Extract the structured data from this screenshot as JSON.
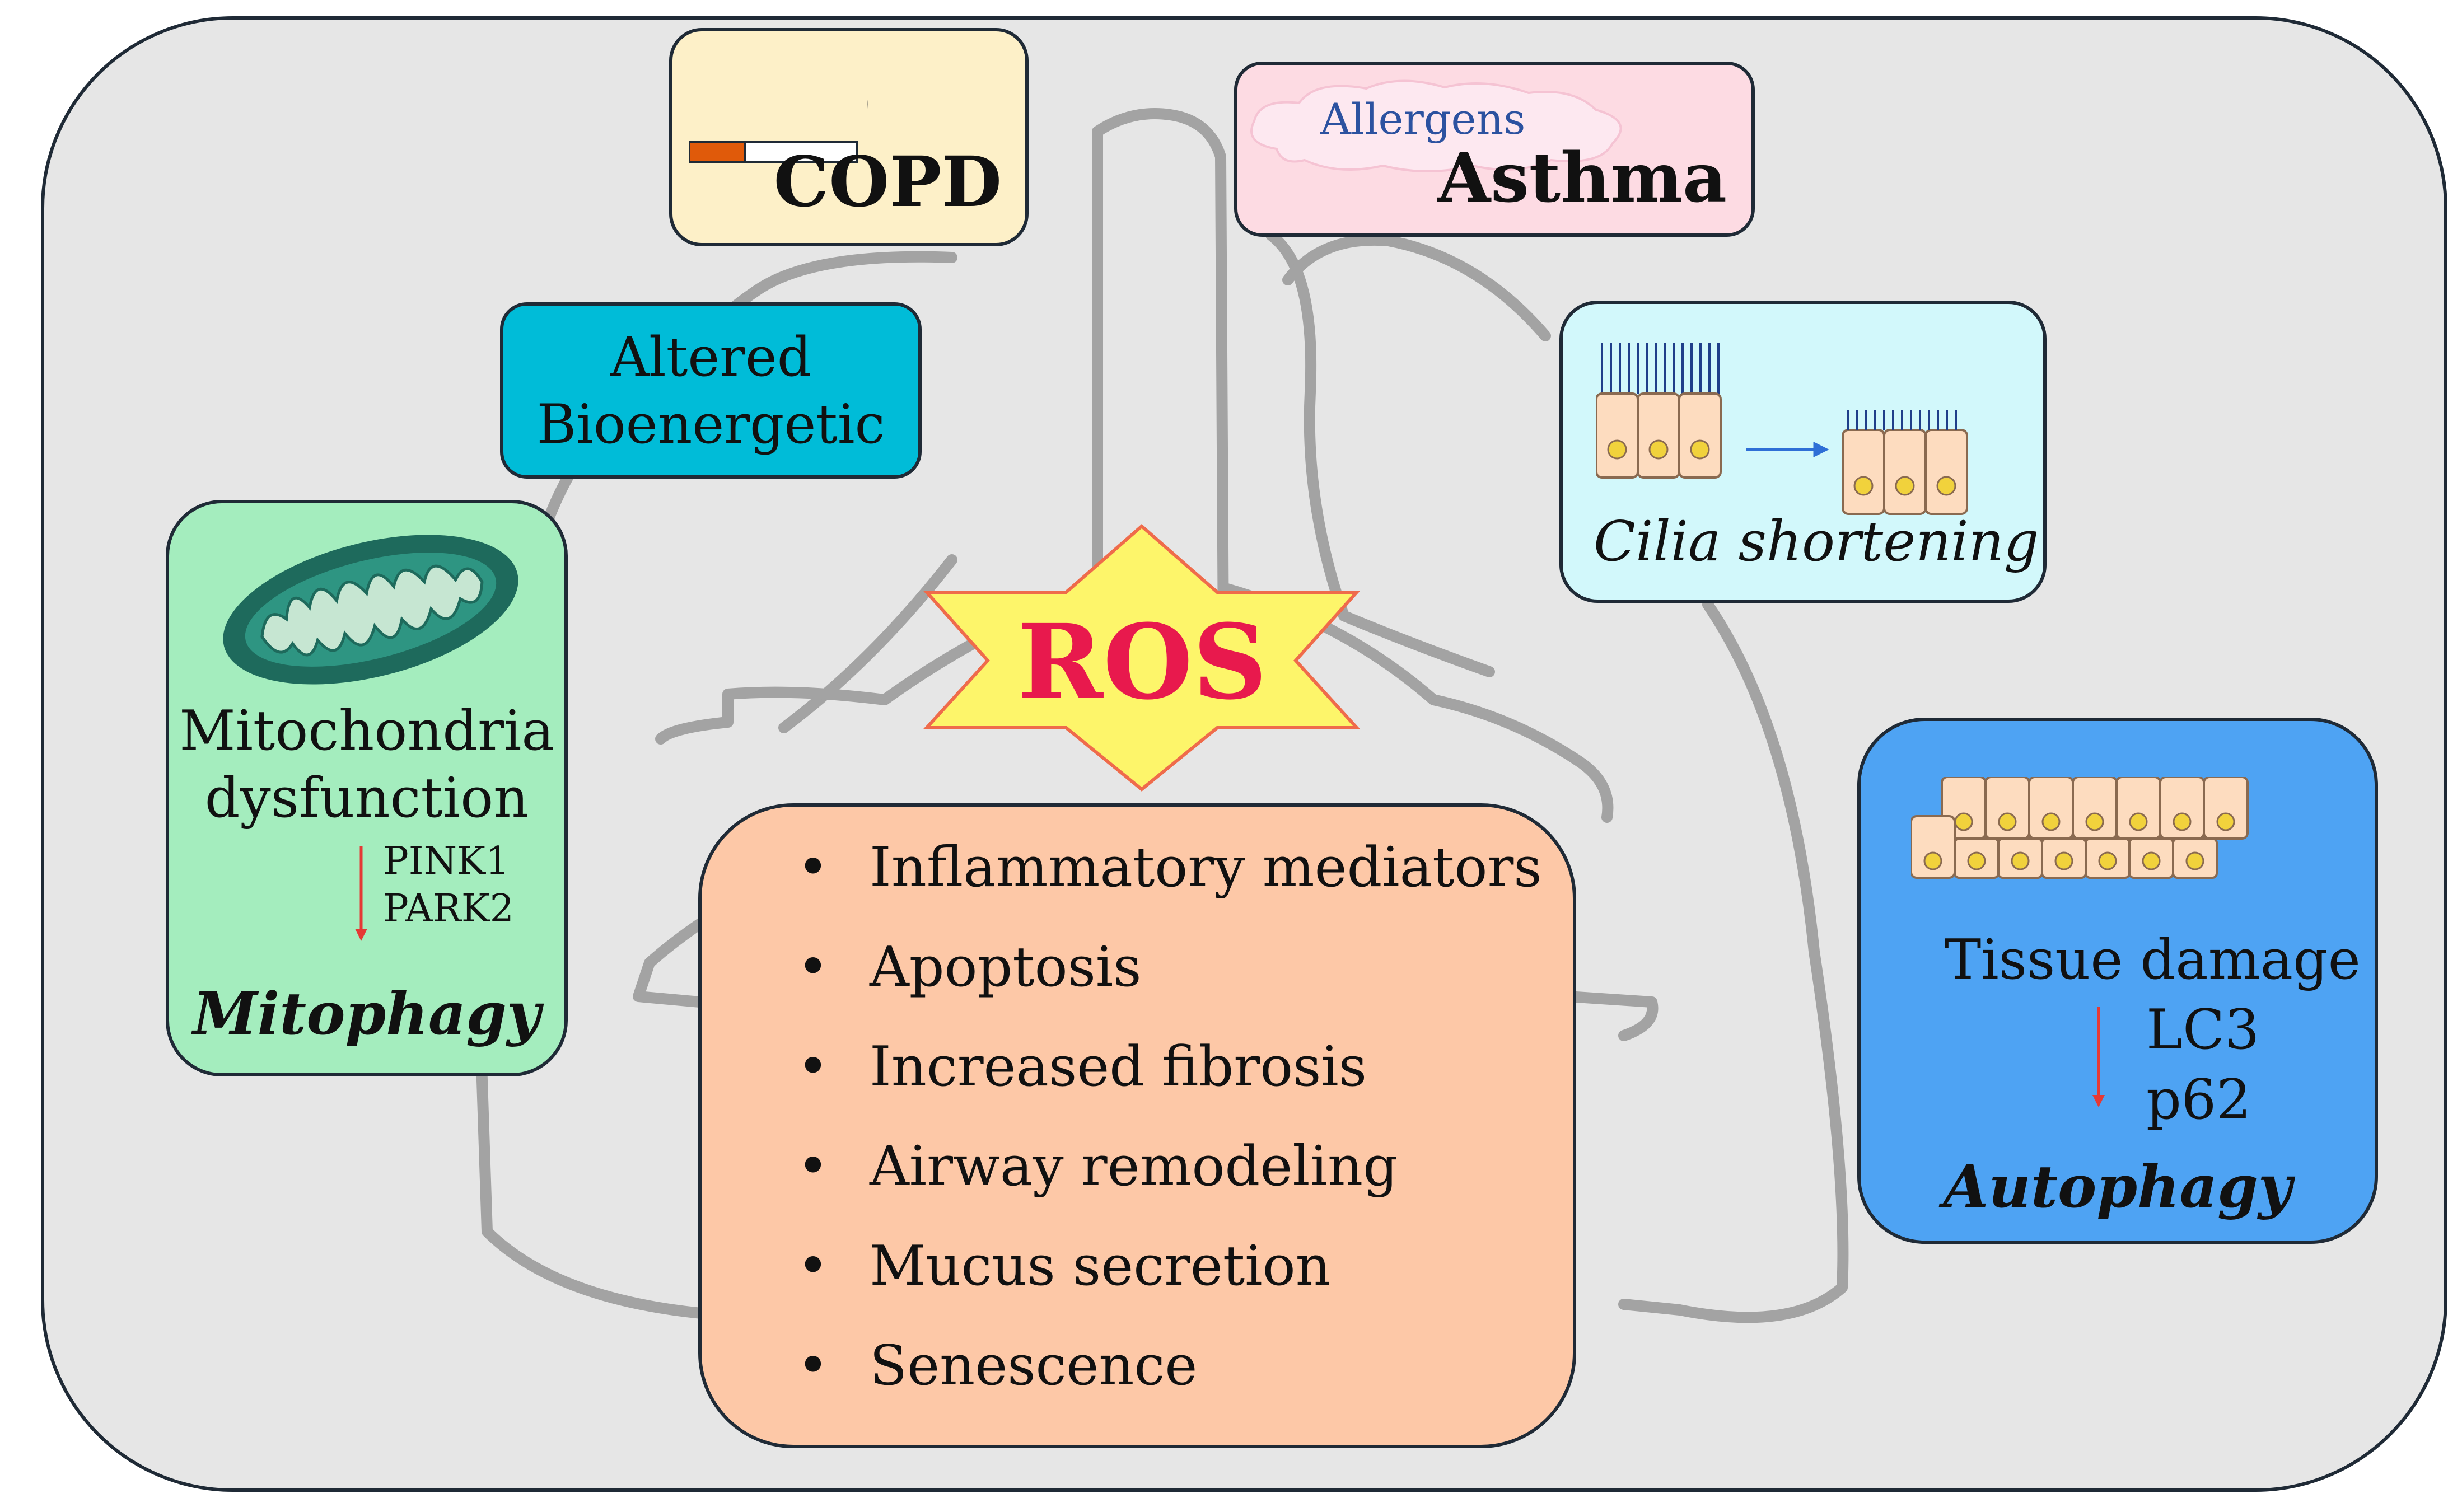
{
  "copd": {
    "label": "COPD"
  },
  "asthma": {
    "trigger": "Allergens",
    "label": "Asthma"
  },
  "bioenergetic": {
    "line1": "Altered",
    "line2": "Bioenergetic"
  },
  "cilia": {
    "label": "Cilia shortening"
  },
  "mitochondria": {
    "line1": "Mitochondria",
    "line2": "dysfunction",
    "markers": [
      "PINK1",
      "PARK2"
    ],
    "process": "Mitophagy"
  },
  "tissue": {
    "label": "Tissue damage",
    "markers": [
      "LC3",
      "p62"
    ],
    "process": "Autophagy"
  },
  "center": {
    "label": "ROS"
  },
  "effects": {
    "bullet": "•",
    "items": [
      "Inflammatory mediators",
      "Apoptosis",
      "Increased fibrosis",
      "Airway remodeling",
      "Mucus secretion",
      "Senescence"
    ]
  },
  "colors": {
    "panel_background": "#e6e6e6",
    "ros_star": "#fdf56a",
    "ros_text": "#e8194d",
    "decrease_arrow": "#e53935",
    "copd_box": "#fdf0c8",
    "asthma_box": "#fddbe3",
    "bioenergetic_box": "#00bcd8",
    "cilia_box": "#d2f8fb",
    "mitophagy_box": "#a4edbe",
    "autophagy_box": "#4ea3f3",
    "effects_box": "#fdc8a7"
  }
}
